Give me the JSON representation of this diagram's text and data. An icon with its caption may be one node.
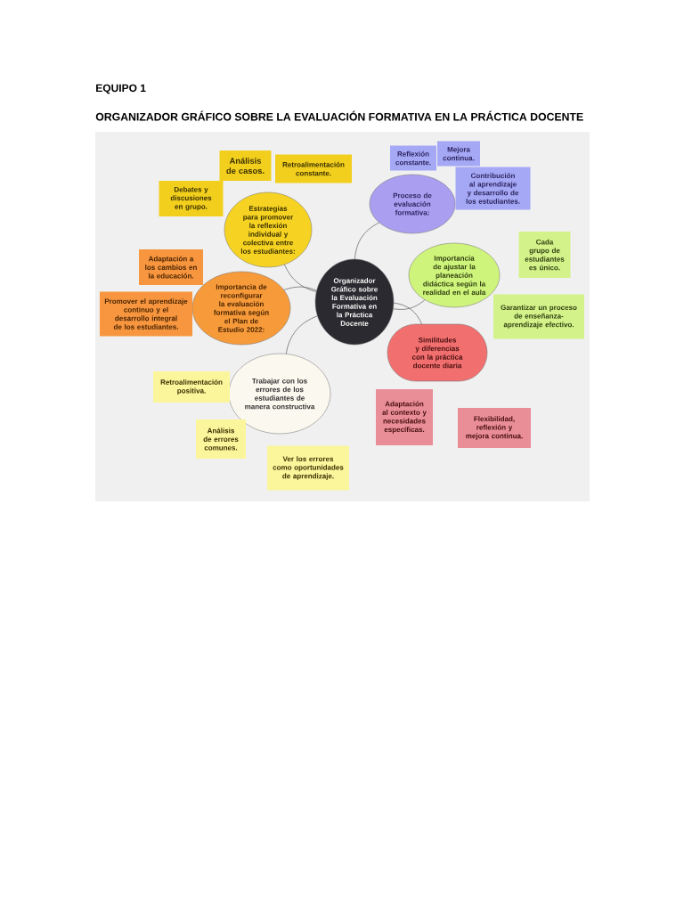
{
  "diagram": {
    "title": "ORGANIZADOR GRÁFICO SOBRE LA EVALUACIÓN FORMATIVA EN LA PRÁCTICA DOCENTE",
    "nodes": [
      {
        "text": [
          "Organizador Gráfico sobre la Evaluación Formativa en la Práctica Docente"
        ]
      },
      {
        "text": [
          "Estrategias para promover la reflexión individual y colectiva entre los estudiantes:"
        ]
      },
      {
        "text": [
          "Proceso de evaluación formativa:"
        ]
      },
      {
        "text": [
          "Importancia de ajustar la planeación didáctica según la realidad en el aula"
        ]
      },
      {
        "text": [
          "Importancia de reconfigurar la evaluación formativa según el Plan de Estudio 2022:"
        ]
      },
      {
        "text": [
          "Similitudes y diferencias con la práctica docente diaria"
        ]
      },
      {
        "text": [
          "Trabajar con los errores de los estudiantes de manera constructiva"
        ]
      },
      {
        "text": [
          "Análisis de casos."
        ]
      },
      {
        "text": [
          "Retroalimentación constante."
        ]
      },
      {
        "text": [
          "Debates y discusiones en grupo."
        ]
      },
      {
        "text": [
          "Adaptación a los cambios en la educación."
        ]
      },
      {
        "text": [
          "Promover el aprendizaje continuo y el desarrollo integral de los estudiantes."
        ]
      },
      {
        "text": [
          "Reflexión constante."
        ]
      },
      {
        "text": [
          "Mejora continua."
        ]
      },
      {
        "text": [
          "Contribución al aprendizaje y desarrollo de los estudiantes."
        ]
      },
      {
        "text": [
          "Cada grupo de estudiantes es único."
        ]
      },
      {
        "text": [
          "Garantizar un proceso de enseñanza-aprendizaje efectivo."
        ]
      },
      {
        "text": [
          "Retroalimentación positiva."
        ]
      },
      {
        "text": [
          "Análisis de errores comunes."
        ]
      },
      {
        "text": [
          "Ver los errores como oportunidades de aprendizaje."
        ]
      },
      {
        "text": [
          "Adaptación al contexto y necesidades específicas."
        ]
      },
      {
        "text": [
          "Flexibilidad, reflexión y mejora continua."
        ]
      }
    ],
    "edges": [
      {
        "from": 0,
        "to": 1,
        "arrow": "none"
      },
      {
        "from": 0,
        "to": 2,
        "arrow": "none"
      },
      {
        "from": 0,
        "to": 3,
        "arrow": "none"
      },
      {
        "from": 0,
        "to": 4,
        "arrow": "none"
      },
      {
        "from": 0,
        "to": 5,
        "arrow": "none"
      },
      {
        "from": 0,
        "to": 6,
        "arrow": "none"
      }
    ],
    "labels": [
      "EQUIPO 1"
    ]
  }
}
